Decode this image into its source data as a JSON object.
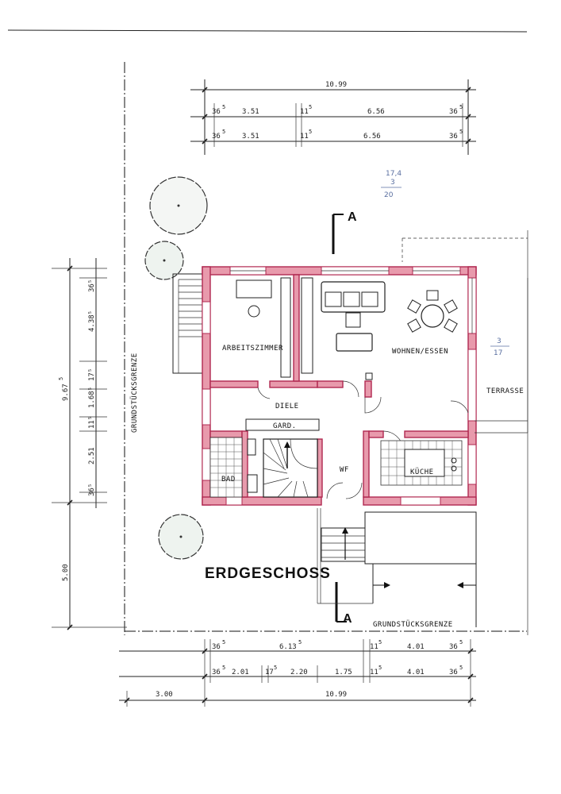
{
  "plan": {
    "title": "ERDGESCHOSS",
    "section_marker": "A",
    "rooms": {
      "arbeitszimmer": "ARBEITSZIMMER",
      "wohnen": "WOHNEN/ESSEN",
      "diele": "DIELE",
      "gard": "GARD.",
      "bad": "BAD",
      "wf": "WF",
      "kueche": "KÜCHE",
      "terrasse": "TERRASSE"
    },
    "boundary_left": "GRUNDSTÜCKSGRENZE",
    "boundary_bottom": "GRUNDSTÜCKSGRENZE",
    "handwritten_notes": [
      "17,4",
      "3",
      "20",
      "3",
      "17"
    ]
  },
  "dimensions": {
    "top_total": "10.99",
    "top_row1": {
      "a": "36",
      "a_sup": "5",
      "b": "3.51",
      "c": "11",
      "c_sup": "5",
      "d": "6.56",
      "e": "36",
      "e_sup": "5"
    },
    "top_row2": {
      "a": "36",
      "a_sup": "5",
      "b": "3.51",
      "c": "11",
      "c_sup": "5",
      "d": "6.56",
      "e": "36",
      "e_sup": "5"
    },
    "bottom_row1": {
      "a": "36",
      "a_sup": "5",
      "b": "6.13",
      "b_sup": "5",
      "c": "11",
      "c_sup": "5",
      "d": "4.01",
      "e": "36",
      "e_sup": "5"
    },
    "bottom_row2": {
      "a": "36",
      "a_sup": "5",
      "b": "2.01",
      "c": "17",
      "c_sup": "5",
      "d": "2.20",
      "e": "1.75",
      "f": "11",
      "f_sup": "5",
      "g": "4.01",
      "h": "36",
      "h_sup": "5"
    },
    "bottom_total_left": "3.00",
    "bottom_total": "10.99",
    "left_total": "9.67",
    "left_total_sup": "5",
    "left_segments": [
      "36⁵",
      "4.38⁵",
      "17⁵",
      "1.68⁵",
      "11⁵",
      "2.51",
      "36⁵"
    ],
    "left_lower": "5.00"
  }
}
